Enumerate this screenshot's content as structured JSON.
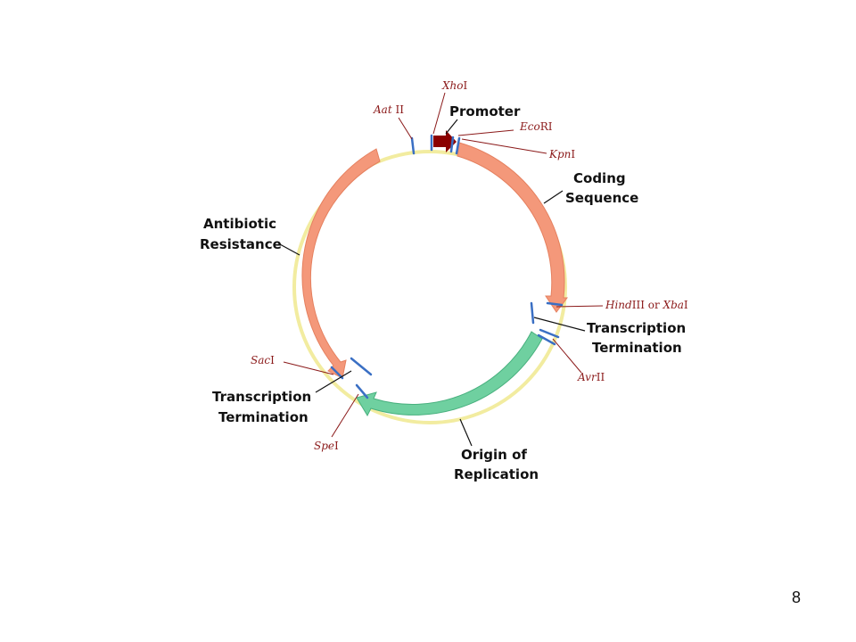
{
  "diagram": {
    "labels": {
      "promoter": "Promoter",
      "coding_line1": "Coding",
      "coding_line2": "Sequence",
      "antibiotic_line1": "Antibiotic",
      "antibiotic_line2": "Resistance",
      "term_right_line1": "Transcription",
      "term_right_line2": "Termination",
      "term_left_line1": "Transcription",
      "term_left_line2": "Termination",
      "origin_line1": "Origin of",
      "origin_line2": "Replication"
    },
    "sites": {
      "xhoi": {
        "italic": "Xho",
        "roman": "I"
      },
      "aatii": {
        "italic": "Aat",
        "roman": " II"
      },
      "ecori": {
        "italic": "Eco",
        "roman": "RI"
      },
      "kpni": {
        "italic": "Kpn",
        "roman": "I"
      },
      "hindiii_xbai": {
        "italic1": "Hind",
        "roman1": "III or ",
        "italic2": "Xba",
        "roman2": "I"
      },
      "avrii": {
        "italic": "Avr",
        "roman": "II"
      },
      "saci": {
        "italic": "Sac",
        "roman": "I"
      },
      "spei": {
        "italic": "Spe",
        "roman": "I"
      }
    },
    "colors": {
      "salmon": "#f4987a",
      "salmon_edge": "#e5805f",
      "green": "#6fd0a0",
      "green_edge": "#48b07e",
      "promoter": "#8b0000",
      "backbone": "#f2eca0",
      "site_marker": "#3a6fc4",
      "leader": "#8b1a1a"
    }
  },
  "page_number": "8"
}
